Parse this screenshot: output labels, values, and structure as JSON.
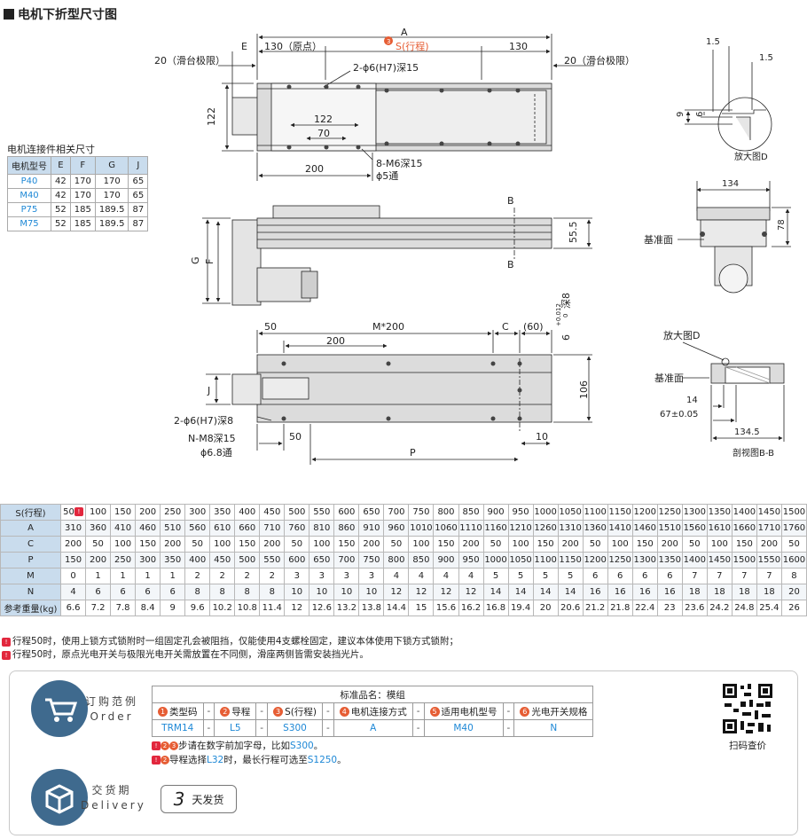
{
  "title": "电机下折型尺寸图",
  "drawing": {
    "dims": {
      "A": "A",
      "E": "E",
      "d130_origin": "130（原点）",
      "stroke": "S(行程)",
      "d130": "130",
      "limit_left": "20（滑台极限）",
      "limit_right": "20（滑台极限）",
      "hole_top": "2-ϕ6(H7)深15",
      "d122_v": "122",
      "d122_h": "122",
      "d70": "70",
      "d200": "200",
      "m6": "8-M6深15",
      "phi5": "ϕ5通",
      "B_top": "B",
      "B_bot": "B",
      "d55_5": "55.5",
      "G": "G",
      "F": "F",
      "d50_top": "50",
      "m200": "M*200",
      "d200_b": "200",
      "C": "C",
      "d60": "(60)",
      "tol": "+0.012",
      "tol0": "0",
      "deep8": "深8",
      "d6": "6",
      "J": "J",
      "d106": "106",
      "hole_b": "2-ϕ6(H7)深8",
      "n_m8": "N-M8深15",
      "phi68": "ϕ6.8通",
      "d50_b": "50",
      "P": "P",
      "d10": "10"
    },
    "detail": {
      "d15a": "1.5",
      "d15b": "1.5",
      "d9": "9",
      "d6": "6",
      "label": "放大图D",
      "d134": "134",
      "d78": "78",
      "ref1": "基准面",
      "zoom": "放大图D",
      "ref2": "基准面",
      "d14": "14",
      "d67": "67±0.05",
      "d1345": "134.5",
      "section": "剖视图B-B"
    }
  },
  "motor_table": {
    "title": "电机连接件相关尺寸",
    "headers": [
      "电机型号",
      "E",
      "F",
      "G",
      "J"
    ],
    "rows": [
      [
        "P40",
        "42",
        "170",
        "170",
        "65"
      ],
      [
        "M40",
        "42",
        "170",
        "170",
        "65"
      ],
      [
        "P75",
        "52",
        "185",
        "189.5",
        "87"
      ],
      [
        "M75",
        "52",
        "185",
        "189.5",
        "87"
      ]
    ]
  },
  "spec_table": {
    "rows": [
      {
        "label": "S(行程)",
        "values": [
          "50",
          "100",
          "150",
          "200",
          "250",
          "300",
          "350",
          "400",
          "450",
          "500",
          "550",
          "600",
          "650",
          "700",
          "750",
          "800",
          "850",
          "900",
          "950",
          "1000",
          "1050",
          "1100",
          "1150",
          "1200",
          "1250",
          "1300",
          "1350",
          "1400",
          "1450",
          "1500"
        ]
      },
      {
        "label": "A",
        "values": [
          "310",
          "360",
          "410",
          "460",
          "510",
          "560",
          "610",
          "660",
          "710",
          "760",
          "810",
          "860",
          "910",
          "960",
          "1010",
          "1060",
          "1110",
          "1160",
          "1210",
          "1260",
          "1310",
          "1360",
          "1410",
          "1460",
          "1510",
          "1560",
          "1610",
          "1660",
          "1710",
          "1760"
        ]
      },
      {
        "label": "C",
        "values": [
          "200",
          "50",
          "100",
          "150",
          "200",
          "50",
          "100",
          "150",
          "200",
          "50",
          "100",
          "150",
          "200",
          "50",
          "100",
          "150",
          "200",
          "50",
          "100",
          "150",
          "200",
          "50",
          "100",
          "150",
          "200",
          "50",
          "100",
          "150",
          "200",
          "50"
        ]
      },
      {
        "label": "P",
        "values": [
          "150",
          "200",
          "250",
          "300",
          "350",
          "400",
          "450",
          "500",
          "550",
          "600",
          "650",
          "700",
          "750",
          "800",
          "850",
          "900",
          "950",
          "1000",
          "1050",
          "1100",
          "1150",
          "1200",
          "1250",
          "1300",
          "1350",
          "1400",
          "1450",
          "1500",
          "1550",
          "1600"
        ]
      },
      {
        "label": "M",
        "values": [
          "0",
          "1",
          "1",
          "1",
          "1",
          "2",
          "2",
          "2",
          "2",
          "3",
          "3",
          "3",
          "3",
          "4",
          "4",
          "4",
          "4",
          "5",
          "5",
          "5",
          "5",
          "6",
          "6",
          "6",
          "6",
          "7",
          "7",
          "7",
          "7",
          "8"
        ]
      },
      {
        "label": "N",
        "values": [
          "4",
          "6",
          "6",
          "6",
          "6",
          "8",
          "8",
          "8",
          "8",
          "10",
          "10",
          "10",
          "10",
          "12",
          "12",
          "12",
          "12",
          "14",
          "14",
          "14",
          "14",
          "16",
          "16",
          "16",
          "16",
          "18",
          "18",
          "18",
          "18",
          "20"
        ]
      },
      {
        "label": "参考重量(kg)",
        "values": [
          "6.6",
          "7.2",
          "7.8",
          "8.4",
          "9",
          "9.6",
          "10.2",
          "10.8",
          "11.4",
          "12",
          "12.6",
          "13.2",
          "13.8",
          "14.4",
          "15",
          "15.6",
          "16.2",
          "16.8",
          "19.4",
          "20",
          "20.6",
          "21.2",
          "21.8",
          "22.4",
          "23",
          "23.6",
          "24.2",
          "24.8",
          "25.4",
          "26"
        ]
      }
    ]
  },
  "notes": [
    "行程50时，使用上锁方式锁附时一组固定孔会被阻挡，仅能使用4支螺栓固定，建议本体使用下锁方式锁附；",
    "行程50时，原点光电开关与极限光电开关需放置在不同侧，滑座两侧皆需安装挡光片。"
  ],
  "order": {
    "label_cn": "订购范例",
    "label_en": "Order",
    "std_name": "标准品名：模组",
    "headers": [
      "类型码",
      "导程",
      "S(行程)",
      "电机连接方式",
      "适用电机型号",
      "光电开关规格"
    ],
    "values": [
      "TRM14",
      "L5",
      "S300",
      "A",
      "M40",
      "N"
    ],
    "note1_pre": "步请在数字前加字母，比如",
    "note1_val": "S300",
    "note1_post": "。",
    "note2_pre": "导程选择",
    "note2_val1": "L32",
    "note2_mid": "时，最长行程可选至",
    "note2_val2": "S1250",
    "note2_post": "。",
    "qr_label": "扫码查价"
  },
  "delivery": {
    "label_cn": "交货期",
    "label_en": "Delivery",
    "days": "3",
    "unit": "天发货"
  }
}
